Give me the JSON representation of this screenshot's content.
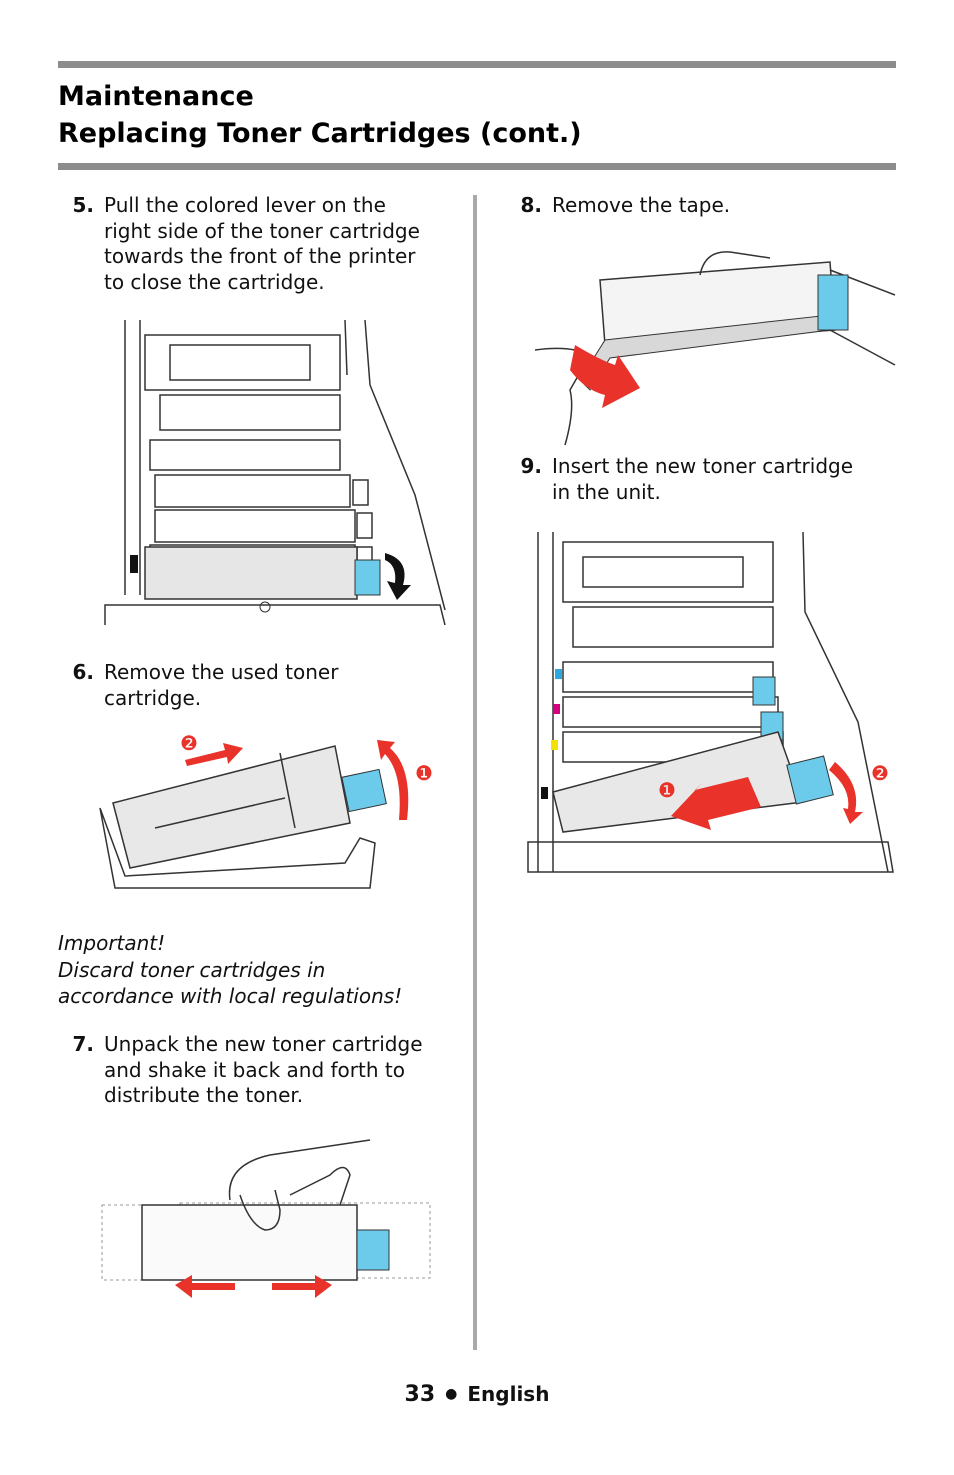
{
  "header": {
    "title_line1": "Maintenance",
    "title_line2": "Replacing Toner Cartridges (cont.)"
  },
  "steps": [
    {
      "number": "5.",
      "lines": [
        "Pull the colored lever on the",
        "right side of the toner cartridge",
        "towards the front of the printer",
        "to close the cartridge."
      ]
    },
    {
      "number": "6.",
      "lines": [
        "Remove the used toner",
        "cartridge."
      ]
    },
    {
      "number": "7.",
      "lines": [
        "Unpack the new toner cartridge",
        "and shake it back and forth to",
        "distribute the toner."
      ]
    },
    {
      "number": "8.",
      "lines": [
        "Remove the tape."
      ]
    },
    {
      "number": "9.",
      "lines": [
        "Insert the new toner cartridge",
        "in the unit."
      ]
    }
  ],
  "important": {
    "heading": "Important!",
    "lines": [
      "Discard toner cartridges in",
      "accordance with local regulations!"
    ]
  },
  "figure_callouts": {
    "one": "❶",
    "two": "❷"
  },
  "colors": {
    "rule": "#8c8c8c",
    "cartridge_lever": "#6ccbea",
    "arrow_red": "#e8322a",
    "line_art": "#333333"
  },
  "footer": {
    "page_number": "33",
    "separator": "●",
    "language": "English"
  }
}
